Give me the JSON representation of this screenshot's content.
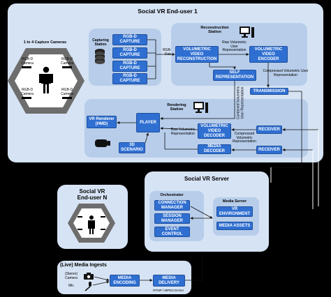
{
  "enduser1": {
    "title": "Social VR End-user 1",
    "capture_cameras_label": "1 to 4 Capture Cameras",
    "camera_label_lines": [
      "RGB-D\nCamera",
      "RGB-D\nCamera",
      "RGB-D\nCamera",
      "RGB-D\nCamera"
    ],
    "capturing_station": "Capturing\nStation",
    "rgbd_capture": "RGB-D\nCAPTURE",
    "rgbd_data": "RGB-D\nData",
    "reconstruction_station": "Reconstruction\nStation",
    "volumetric_video_reconstruction": "VOLUMETRIC\nVIDEO\nRECONSTRUCTION",
    "raw_volumetric_user_repr": "Raw Volumetric\nUser\nRepresentation",
    "volumetric_video_encoder": "VOLUMETRIC\nVIDEO\nENCODER",
    "self_representation": "SELF\nREPRESENTATION",
    "compressed_volumetric_user_repr": "Compressed Volumetric User\nRepresentation",
    "transmission": "TRANSMISSION",
    "combined_volumetric_user_repr": "Combined Volumetric\nUser Representation",
    "rendering_station": "Rendering\nStation",
    "vr_renderer": "VR Renderer\n(HMD)",
    "player": "PLAYER",
    "scenario_3d": "3D\nSCENARIO",
    "raw_volumetric_repr": "Raw Volumetric\nRepresentation",
    "volumetric_video_decoder": "VOLUMETRIC\nVIDEO\nDECODER",
    "compressed_volumetric_repr": "Compressed\nVolumetric\nRepresentation",
    "receiver": "RECEIVER",
    "media_decoder": "MEDIA\nDECODER"
  },
  "enduserN": {
    "title": "Social VR\nEnd-user N"
  },
  "server": {
    "title": "Social VR Server",
    "orchestrator": "Orchestrator",
    "connection_manager": "CONNECTION\nMANAGER",
    "session_manager": "SESSION\nMANAGER",
    "event_control": "EVENT\nCONTROL",
    "media_server": "Media Server",
    "vr_environment": "VR\nENVIRONMENT",
    "media_assets": "MEDIA ASSETS"
  },
  "ingests": {
    "title": "(Live) Media Ingests",
    "stereo_camera": "(Stereo)\nCamera",
    "mic": "Mic",
    "media_encoding": "MEDIA\nENCODING",
    "media_delivery": "MEDIA\nDELIVERY",
    "protocols": "RTMP / MPEG-DASH"
  },
  "colors": {
    "background": "#000000",
    "panel": "#d6e3f4",
    "inner_panel": "#b7cdea",
    "box": "#2f6fd1",
    "box_text": "#ffffff"
  }
}
